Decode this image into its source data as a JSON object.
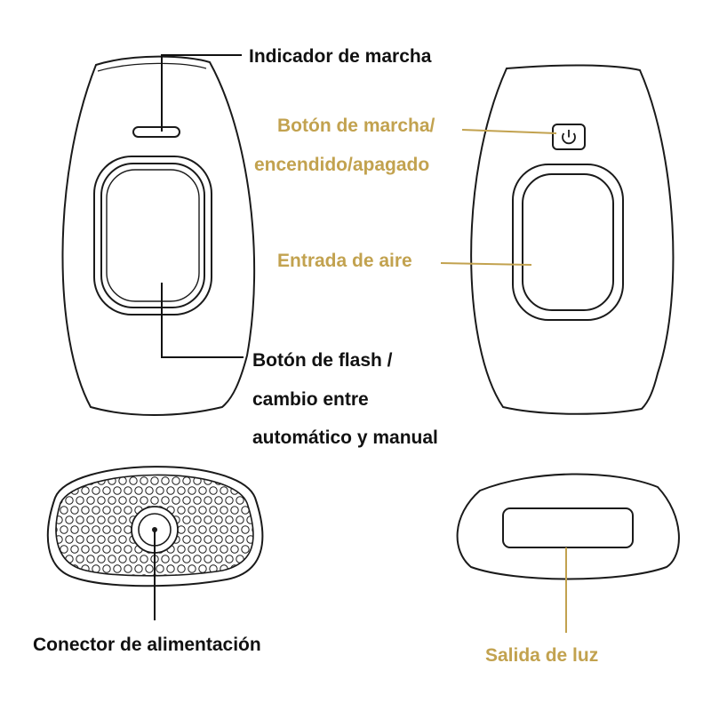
{
  "colors": {
    "outline": "#1a1a1a",
    "label_black": "#111111",
    "label_gold": "#c2a24f"
  },
  "labels": {
    "indicador": "Indicador de marcha",
    "boton_marcha_1": "Botón de marcha/",
    "boton_marcha_2": "encendido/apagado",
    "entrada_aire": "Entrada de aire",
    "flash_1": "Botón de flash /",
    "flash_2": "cambio entre",
    "flash_3": "automático y manual",
    "conector": "Conector de alimentación",
    "salida_luz": "Salida de luz"
  },
  "icons": {
    "power": "power-icon"
  }
}
